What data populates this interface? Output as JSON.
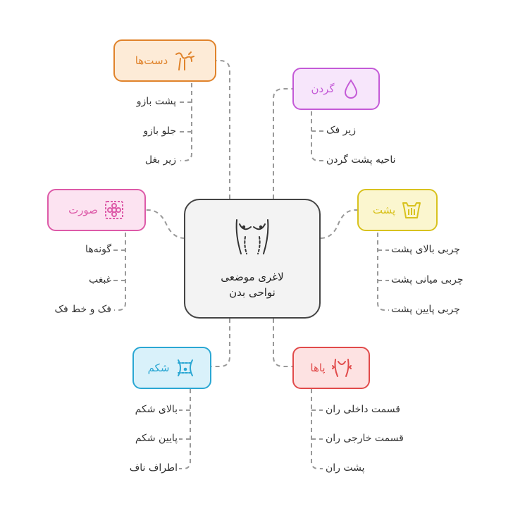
{
  "center": {
    "title_line1": "لاغری موضعی",
    "title_line2": "نواحی بدن",
    "icon": "body-torso-icon"
  },
  "colors": {
    "arms": "#e0832b",
    "neck": "#c45ad7",
    "back": "#d8c21e",
    "face": "#dd5aa8",
    "belly": "#2aa7d3",
    "legs": "#e14b4b",
    "connector": "#999999"
  },
  "branches": {
    "arms": {
      "label": "دست‌ها",
      "icon": "flexed-arm-icon",
      "items": [
        "پشت بازو",
        "جلو بازو",
        "زیر بغل"
      ]
    },
    "neck": {
      "label": "گردن",
      "icon": "droplet-icon",
      "items": [
        "زیر فک",
        "ناحیه پشت گردن"
      ]
    },
    "back": {
      "label": "پشت",
      "icon": "back-body-icon",
      "items": [
        "چربی بالای پشت",
        "چربی میانی پشت",
        "چربی پایین پشت"
      ]
    },
    "face": {
      "label": "صورت",
      "icon": "face-flower-icon",
      "items": [
        "گونه‌ها",
        "غبغب",
        "فک و خط فک"
      ]
    },
    "belly": {
      "label": "شکم",
      "icon": "waist-icon",
      "items": [
        "بالای شکم",
        "پایین شکم",
        "اطراف ناف"
      ]
    },
    "legs": {
      "label": "پاها",
      "icon": "legs-icon",
      "items": [
        "قسمت داخلی ران",
        "قسمت خارجی ران",
        "پشت ران"
      ]
    }
  }
}
